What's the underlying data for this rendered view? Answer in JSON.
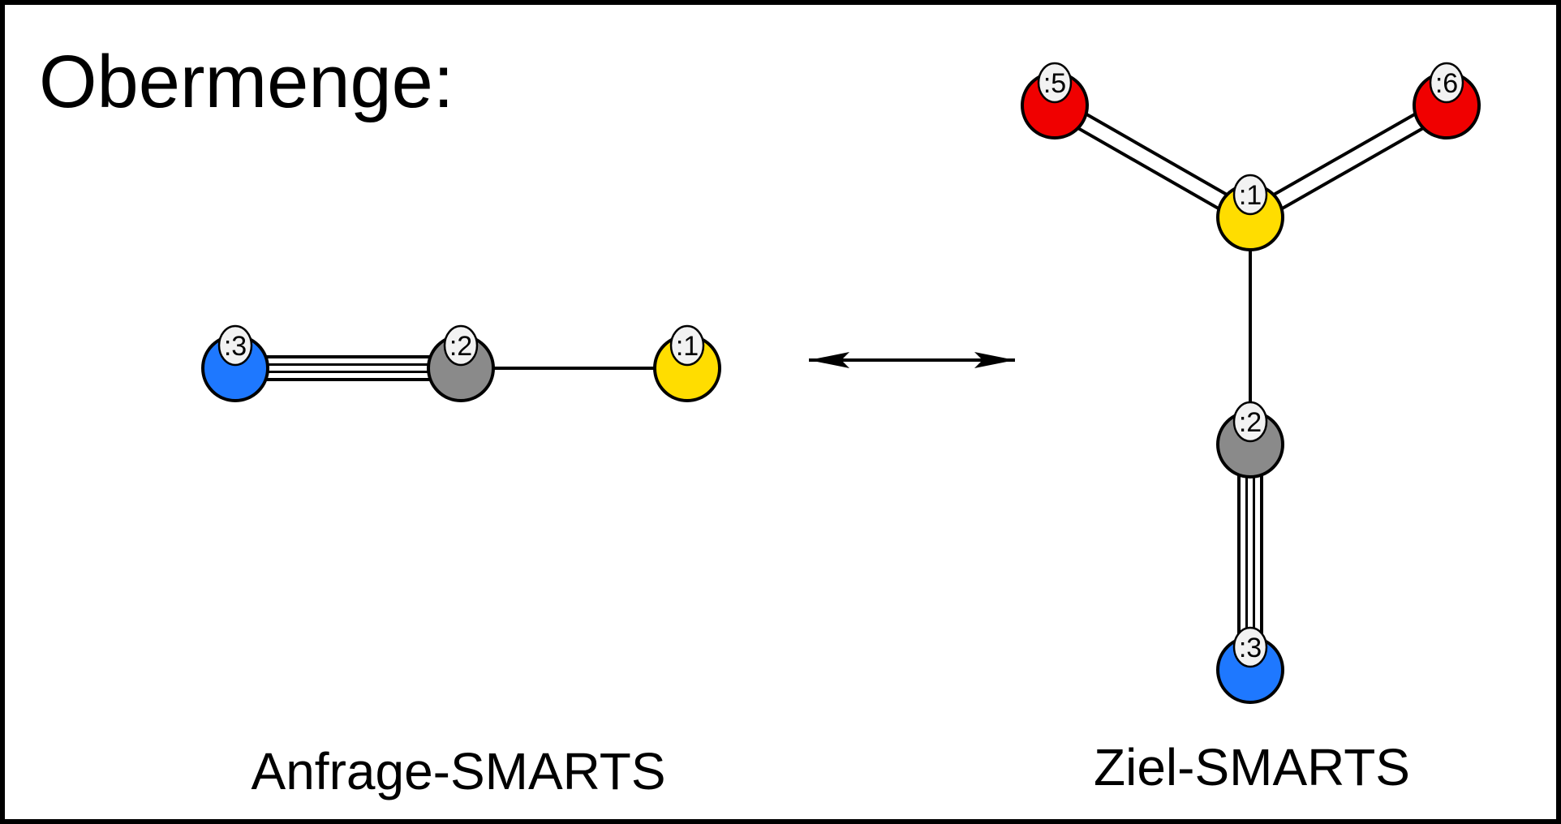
{
  "title": "Obermenge:",
  "colors": {
    "S": "#ffdd00",
    "C": "#8a8a8a",
    "N": "#1e78ff",
    "O": "#f00000",
    "stroke": "#000000",
    "label_bg": "#f2f2f2"
  },
  "query": {
    "caption": "Anfrage-SMARTS",
    "atoms": [
      {
        "id": "q3",
        "element": "N",
        "label": ":3"
      },
      {
        "id": "q2",
        "element": "C",
        "label": ":2"
      },
      {
        "id": "q1",
        "element": "S",
        "label": ":1"
      }
    ],
    "bonds": [
      {
        "from": "q3",
        "to": "q2",
        "order": 3
      },
      {
        "from": "q2",
        "to": "q1",
        "order": 1
      }
    ]
  },
  "target": {
    "caption": "Ziel-SMARTS",
    "atoms": [
      {
        "id": "t5",
        "element": "O",
        "label": ":5"
      },
      {
        "id": "t6",
        "element": "O",
        "label": ":6"
      },
      {
        "id": "t1",
        "element": "S",
        "label": ":1"
      },
      {
        "id": "t2",
        "element": "C",
        "label": ":2"
      },
      {
        "id": "t3",
        "element": "N",
        "label": ":3"
      }
    ],
    "bonds": [
      {
        "from": "t5",
        "to": "t1",
        "order": 2
      },
      {
        "from": "t6",
        "to": "t1",
        "order": 2
      },
      {
        "from": "t1",
        "to": "t2",
        "order": 1
      },
      {
        "from": "t2",
        "to": "t3",
        "order": 3
      }
    ]
  }
}
